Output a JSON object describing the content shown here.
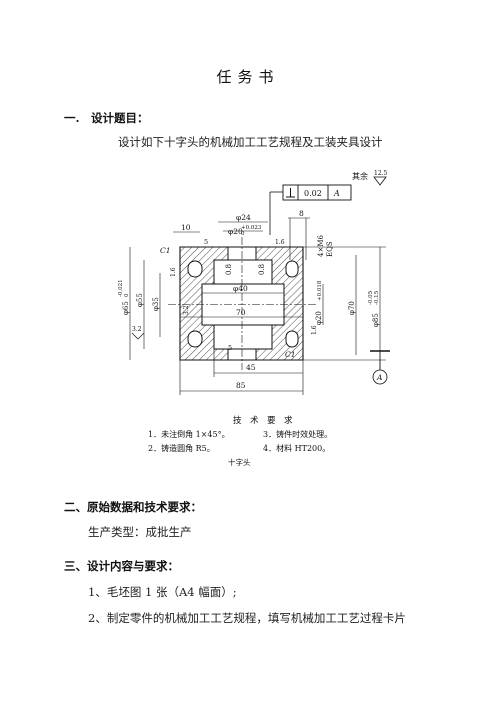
{
  "title": "任务书",
  "section1": {
    "heading": "一.　设计题目：",
    "text": "设计如下十字头的机械加工工艺规程及工装夹具设计"
  },
  "drawing": {
    "roughness_other": "其余",
    "roughness_other_value": "12.5",
    "fcf_tolerance": "0.02",
    "fcf_datum": "A",
    "datum_label": "A",
    "dims": {
      "d24": "φ24",
      "d20_top": "φ20",
      "d20_tol": "+0.023",
      "d20_tol_lo": "0",
      "w10": "10",
      "w8": "8",
      "c1_left": "C1",
      "c1_bottom": "C1",
      "ch5_top": "5",
      "ch5_bot": "5",
      "chamfer16_top": "1.6",
      "thread": "4×M6",
      "eqs": "EQS",
      "d40": "φ40",
      "w70": "70",
      "d35": "φ35",
      "d65": "φ65",
      "d65_tol": "-0.021",
      "d65_tol_lo": "0",
      "d55": "φ55",
      "d20_mid": "φ20",
      "d20_mid_tol": "+0.018",
      "d70": "φ70",
      "d85": "φ85",
      "d85_tol_hi": "-0.05",
      "d85_tol_lo": "-0.15",
      "w45": "45",
      "w85": "85",
      "ra32": "3.2",
      "ra08a": "0.8",
      "ra08b": "0.8",
      "ra16": "1.6",
      "ra32b": "3.2",
      "ra16b": "1.6"
    },
    "tech_title": "技　术　要　求",
    "tech_items": [
      "1．未注倒角 1×45°。",
      "3．铸件时效处理。",
      "2．铸造圆角 R5。",
      "4．材料 HT200。"
    ],
    "caption": "十字头"
  },
  "section2": {
    "heading": "二、原始数据和技术要求：",
    "text": "生产类型：成批生产"
  },
  "section3": {
    "heading": "三、设计内容与要求：",
    "items": [
      "1、毛坯图 1 张（A4 幅面）;",
      "2、制定零件的机械加工工艺规程，填写机械加工工艺过程卡片"
    ]
  }
}
